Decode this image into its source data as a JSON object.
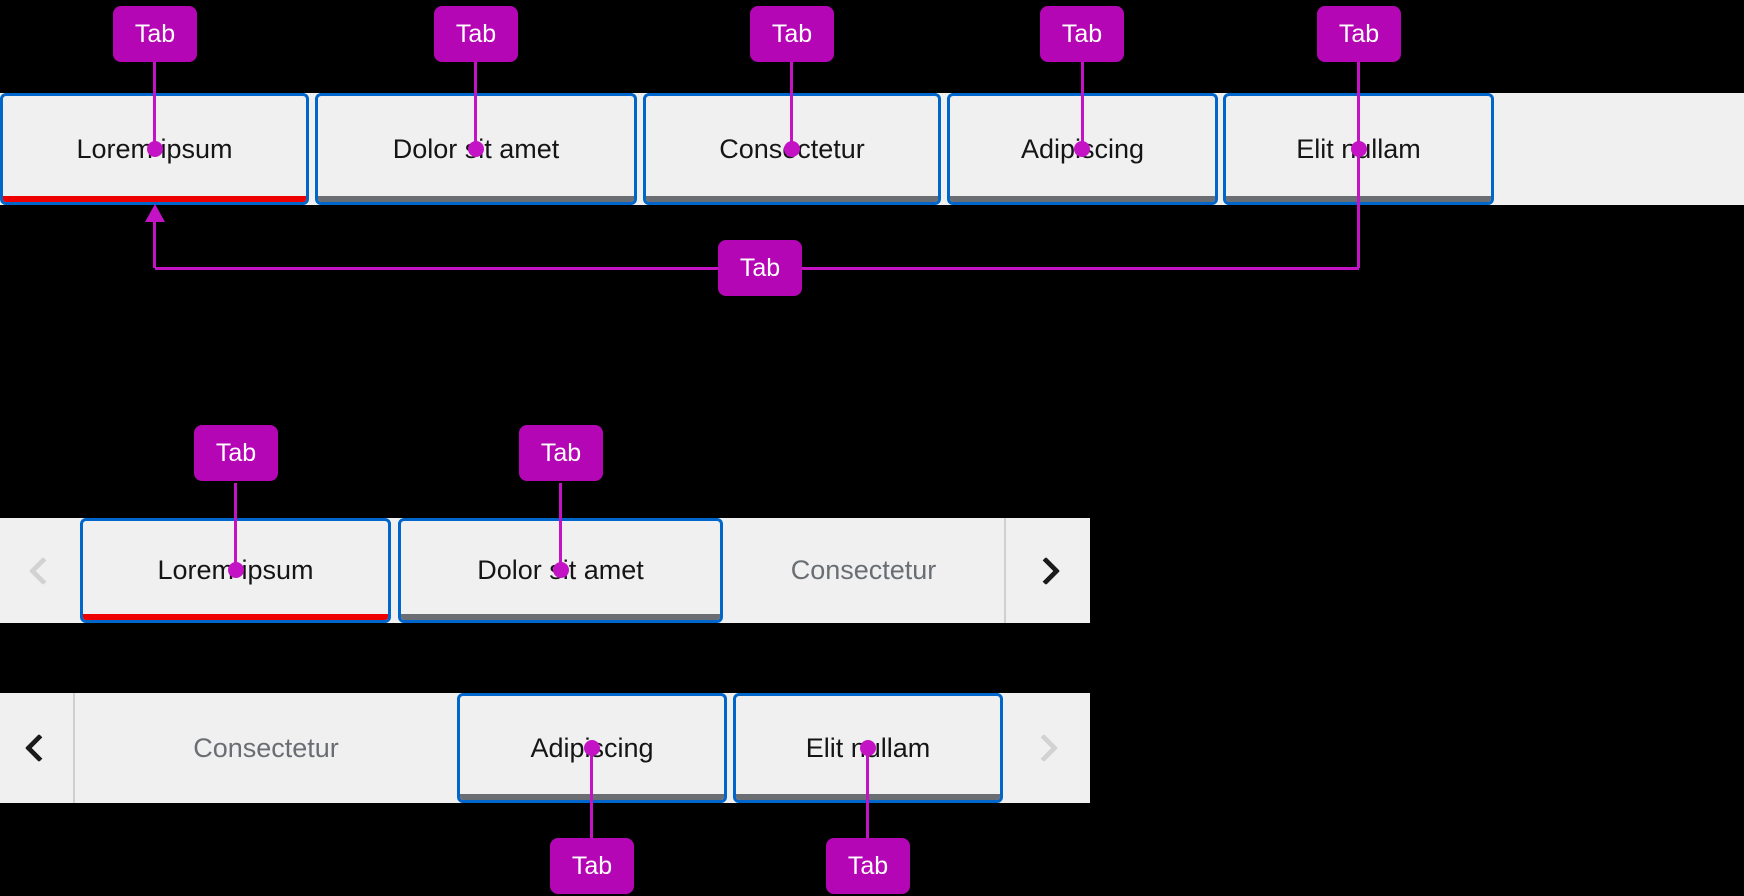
{
  "annotation": {
    "label": "Tab"
  },
  "colors": {
    "page_bg": "#000000",
    "bar_bg": "#f0f0f0",
    "tab_border_blue": "#0066cc",
    "active_indicator_red": "#ee0000",
    "inactive_indicator_grey": "#6a6e73",
    "tab_text": "#151515",
    "overflow_tab_text": "#6a6e73",
    "annotation_badge_magenta": "#b406b4",
    "annotation_line_magenta": "#c413c4",
    "enabled_chevron": "#1b1b1b",
    "disabled_chevron": "#d2d2d2"
  },
  "bar1": {
    "tabs": [
      {
        "label": "Lorem ipsum",
        "active": true
      },
      {
        "label": "Dolor sit amet",
        "active": false
      },
      {
        "label": "Consectetur",
        "active": false
      },
      {
        "label": "Adipiscing",
        "active": false
      },
      {
        "label": "Elit nullam",
        "active": false
      }
    ]
  },
  "bar2": {
    "left_chevron": "disabled",
    "right_chevron": "enabled",
    "tabs": [
      {
        "label": "Lorem ipsum",
        "active": true
      },
      {
        "label": "Dolor sit amet",
        "active": false
      },
      {
        "label": "Consectetur",
        "active": false,
        "overflow": true
      }
    ]
  },
  "bar3": {
    "left_chevron": "enabled",
    "right_chevron": "disabled",
    "tabs": [
      {
        "label": "Consectetur",
        "active": false,
        "overflow": true
      },
      {
        "label": "Adipiscing",
        "active": false
      },
      {
        "label": "Elit nullam",
        "active": false
      }
    ]
  }
}
